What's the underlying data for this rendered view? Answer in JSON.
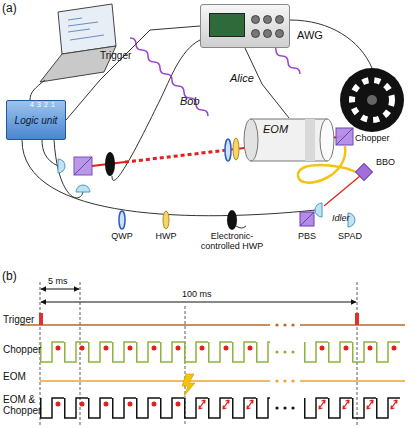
{
  "diagram": {
    "nodes": [
      {
        "text": [
          "AWG"
        ]
      },
      {
        "text": [
          "Logic unit"
        ]
      },
      {
        "text": [
          "EOM"
        ]
      }
    ],
    "edges": [
      {
        "from": 0,
        "to": 1,
        "arrow": "none",
        "label": "Trigger"
      },
      {
        "from": 0,
        "to": 2,
        "arrow": "none"
      }
    ],
    "labels": [
      "(a)",
      "Bob",
      "Alice",
      "Chopper",
      "BBO",
      "Idler",
      "4",
      "3",
      "2",
      "1",
      "(b)",
      "5 ms",
      "100 ms",
      "Trigger",
      "Chopper",
      "EOM",
      "EOM & Chopper"
    ],
    "legend": [
      {
        "text": "QWP"
      },
      {
        "text": "HWP"
      },
      {
        "text": "Electronic-controlled HWP"
      },
      {
        "text": "PBS"
      },
      {
        "text": "SPAD"
      }
    ]
  }
}
